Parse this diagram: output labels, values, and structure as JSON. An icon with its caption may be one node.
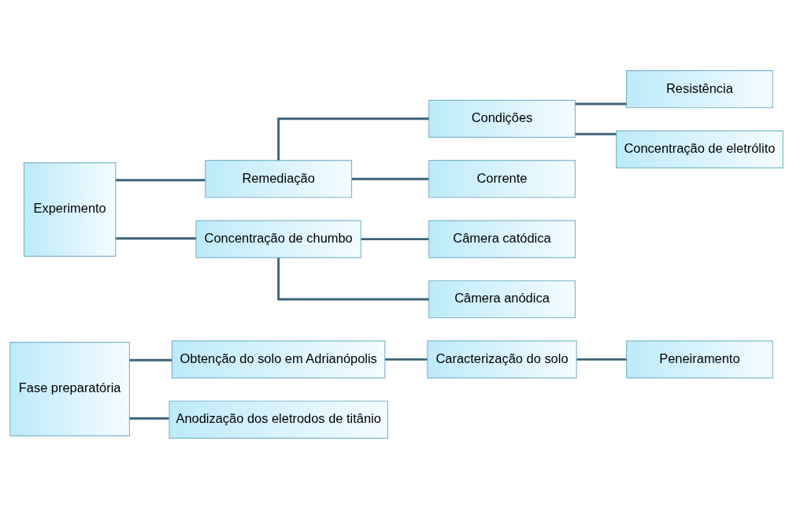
{
  "diagram": {
    "nodes": [
      {
        "text": [
          "Fase preparatória"
        ]
      },
      {
        "text": [
          "Obtenção do solo em Adrianópolis"
        ]
      },
      {
        "text": [
          "Caracterização do solo"
        ]
      },
      {
        "text": [
          "Peneiramento"
        ]
      },
      {
        "text": [
          "Anodização dos eletrodos de titânio"
        ]
      },
      {
        "text": [
          "Experimento"
        ]
      },
      {
        "text": [
          "Remediação"
        ]
      },
      {
        "text": [
          "Condições"
        ]
      },
      {
        "text": [
          "Corrente"
        ]
      },
      {
        "text": [
          "Resistência"
        ]
      },
      {
        "text": [
          "Concentração de eletrólito"
        ]
      },
      {
        "text": [
          "Concentração de chumbo"
        ]
      },
      {
        "text": [
          "Câmera catódica"
        ]
      },
      {
        "text": [
          "Câmera anódica"
        ]
      }
    ],
    "edges": [
      {
        "from": 0,
        "to": 1,
        "arrow": "none"
      },
      {
        "from": 1,
        "to": 2,
        "arrow": "none"
      },
      {
        "from": 2,
        "to": 3,
        "arrow": "none"
      },
      {
        "from": 0,
        "to": 4,
        "arrow": "none"
      },
      {
        "from": 5,
        "to": 6,
        "arrow": "none"
      },
      {
        "from": 6,
        "to": 7,
        "arrow": "none"
      },
      {
        "from": 6,
        "to": 8,
        "arrow": "none"
      },
      {
        "from": 7,
        "to": 9,
        "arrow": "none"
      },
      {
        "from": 7,
        "to": 10,
        "arrow": "none"
      },
      {
        "from": 5,
        "to": 11,
        "arrow": "none"
      },
      {
        "from": 11,
        "to": 12,
        "arrow": "none"
      },
      {
        "from": 11,
        "to": 13,
        "arrow": "none"
      }
    ]
  }
}
